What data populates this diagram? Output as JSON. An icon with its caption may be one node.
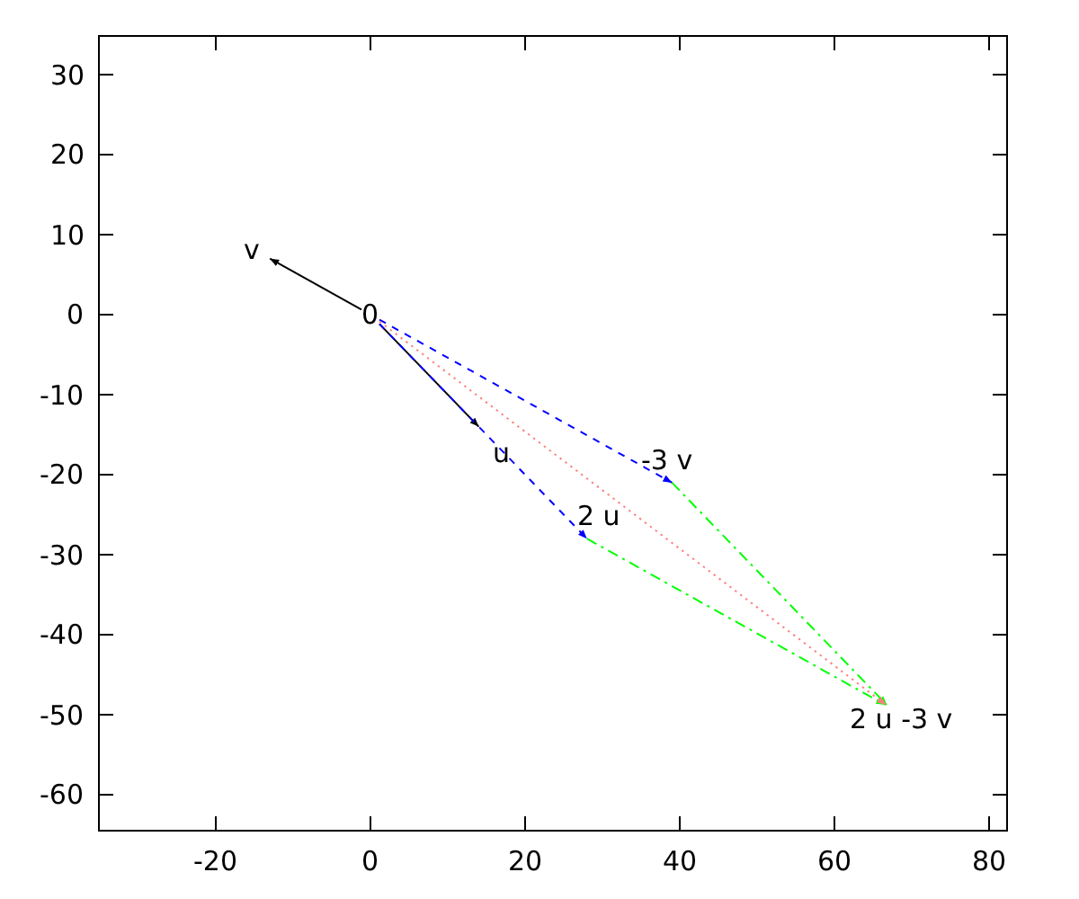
{
  "diagram": {
    "nodes": [
      {
        "text": [
          "v"
        ]
      },
      {
        "text": [
          "0"
        ]
      },
      {
        "text": [
          "u"
        ]
      },
      {
        "text": [
          "-3 v"
        ]
      },
      {
        "text": [
          "2 u"
        ]
      },
      {
        "text": [
          "2 u -3 v"
        ]
      }
    ],
    "edges": [
      {
        "from": 1,
        "to": 0,
        "arrow": "to"
      },
      {
        "from": 1,
        "to": 2,
        "arrow": "to"
      },
      {
        "from": 1,
        "to": 4,
        "arrow": "to",
        "style": "dashed",
        "color": "#0000ff"
      },
      {
        "from": 1,
        "to": 3,
        "arrow": "to",
        "style": "dashed",
        "color": "#0000ff"
      },
      {
        "from": 4,
        "to": 5,
        "arrow": "to",
        "style": "dashed",
        "color": "#00ff00"
      },
      {
        "from": 3,
        "to": 5,
        "arrow": "to",
        "style": "dashed",
        "color": "#00ff00"
      },
      {
        "from": 1,
        "to": 5,
        "arrow": "to",
        "style": "dashed",
        "color": "#ff8080"
      }
    ],
    "labels": [
      "30",
      "20",
      "10",
      "0",
      "-10",
      "-20",
      "-30",
      "-40",
      "-50",
      "-60",
      "-20",
      "0",
      "20",
      "40",
      "60",
      "80"
    ]
  }
}
